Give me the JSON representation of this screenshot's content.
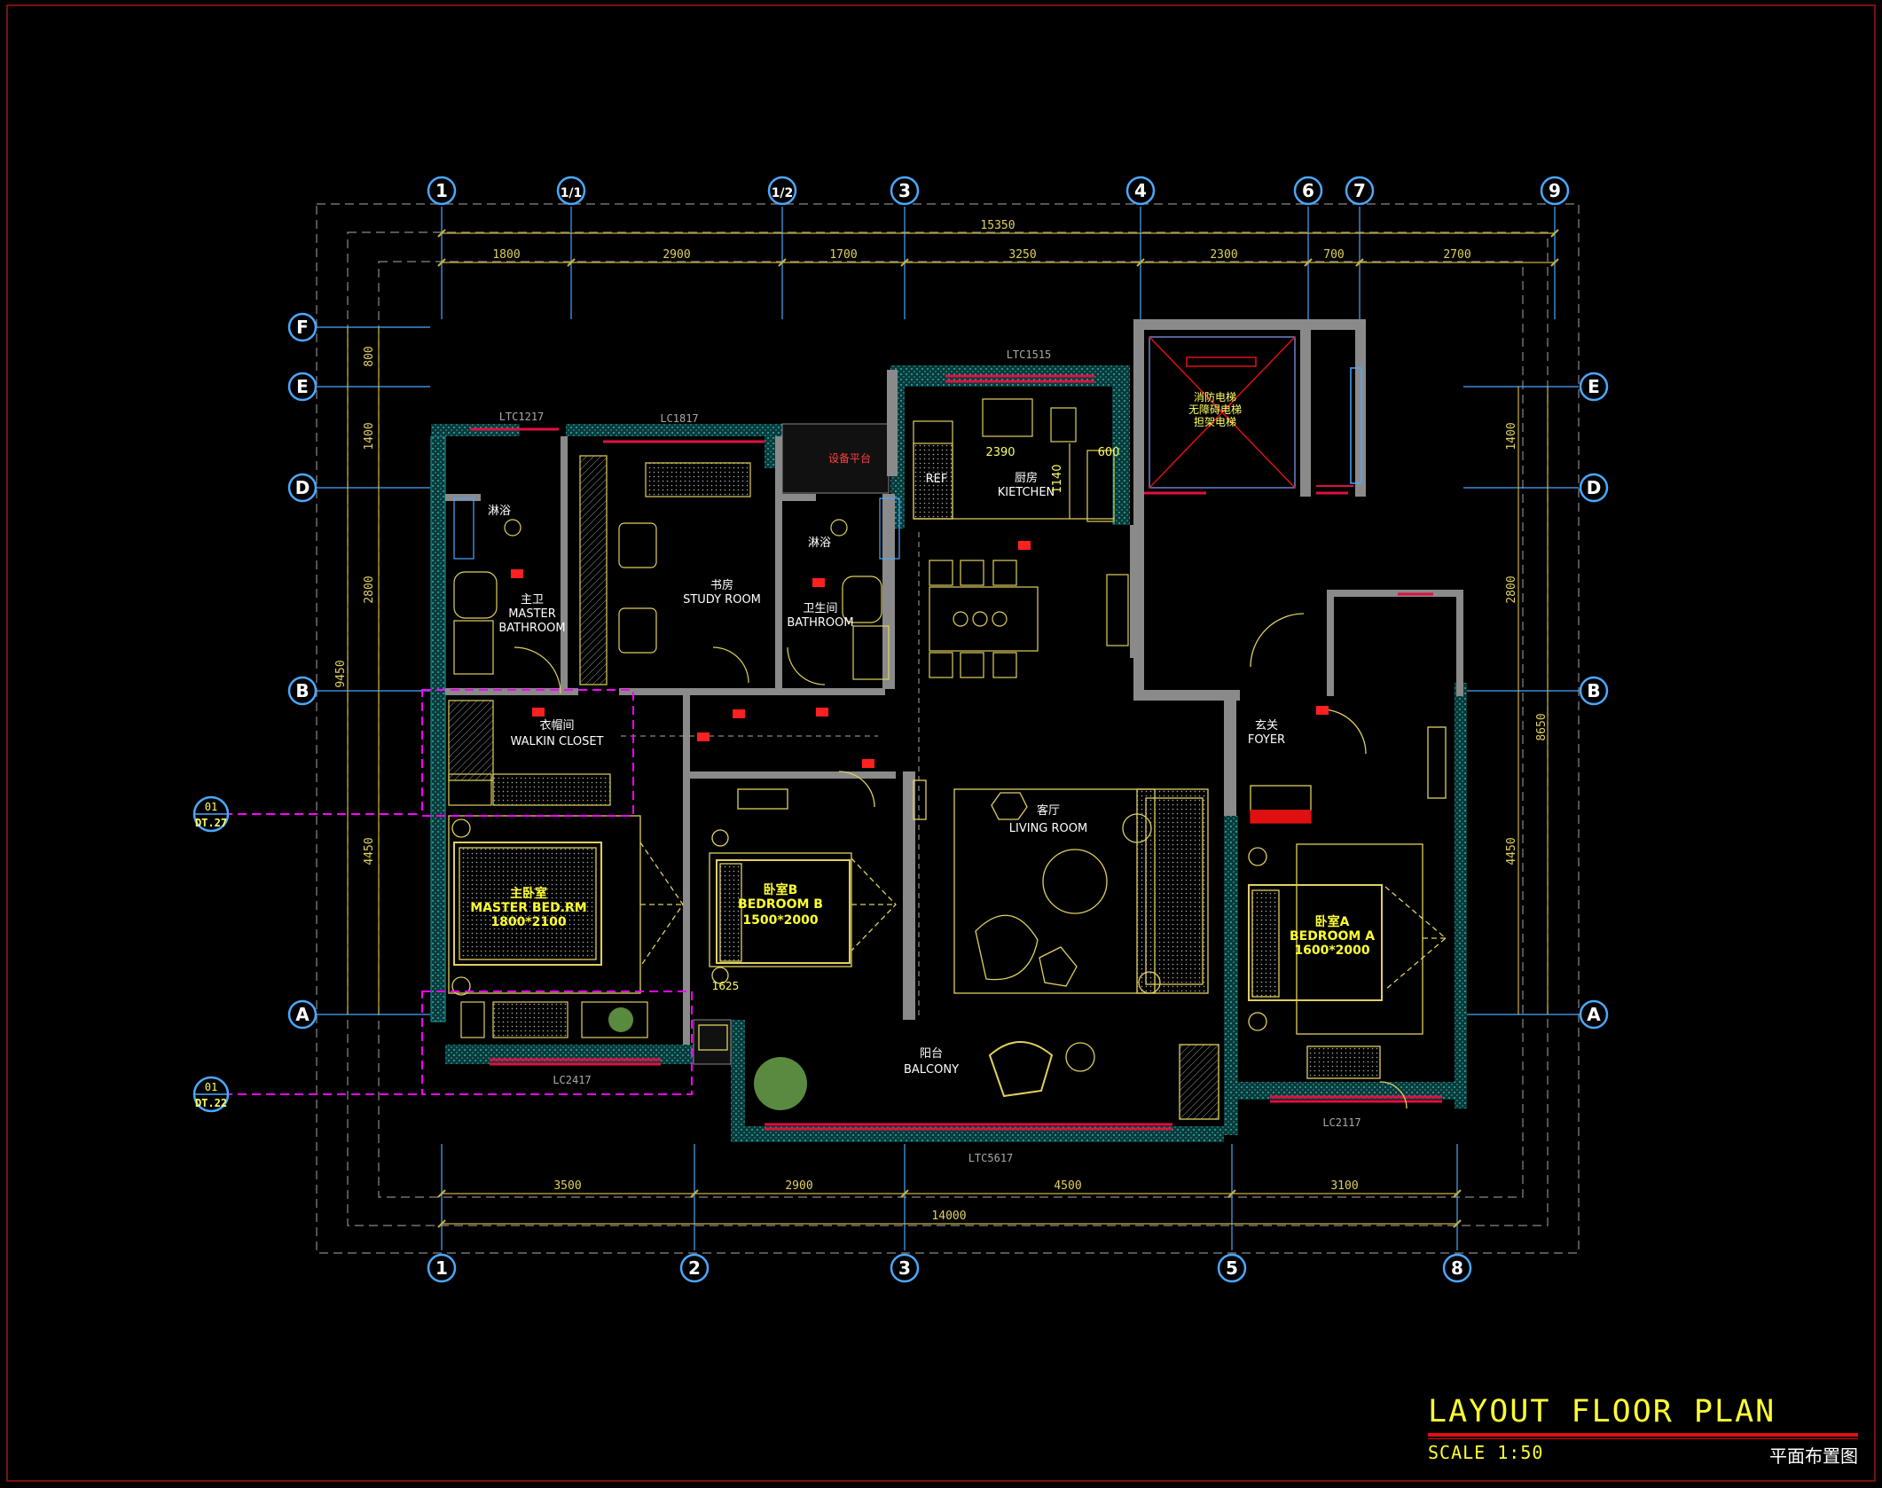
{
  "title": {
    "main": "LAYOUT FLOOR PLAN",
    "scale": "SCALE 1:50",
    "cn": "平面布置图"
  },
  "colors": {
    "wall": "#8a8a8a",
    "dim": "#c8b040",
    "axis": "#4aa8ff",
    "label": "#ffff66",
    "window": "#e01040",
    "insul": "#1aa0a0",
    "callout": "#ff00ff"
  },
  "grid": {
    "top": [
      "1",
      "1/1",
      "1/2",
      "3",
      "4",
      "6",
      "7",
      "9"
    ],
    "bottom": [
      "1",
      "2",
      "3",
      "5",
      "8"
    ],
    "left": [
      "F",
      "E",
      "D",
      "B",
      "A"
    ],
    "right": [
      "E",
      "D",
      "B",
      "A"
    ]
  },
  "dims": {
    "top_total": "15350",
    "top_parts": [
      "1800",
      "2900",
      "1700",
      "3250",
      "2300",
      "700",
      "2700"
    ],
    "bottom_total": "14000",
    "bottom_parts": [
      "3500",
      "2900",
      "4500",
      "3100"
    ],
    "left_total": "9450",
    "left_parts": [
      "800",
      "1400",
      "2800",
      "4450"
    ],
    "right_total": "8650",
    "right_parts": [
      "1400",
      "2800",
      "4450"
    ]
  },
  "windows": {
    "ltc1217": "LTC1217",
    "lc1817": "LC1817",
    "ltc1515": "LTC1515",
    "lc2417": "LC2417",
    "ltc5617": "LTC5617",
    "lc2117": "LC2117"
  },
  "rooms": {
    "shower1": "淋浴",
    "master_bath_cn": "主卫",
    "master_bath_en1": "MASTER",
    "master_bath_en2": "BATHROOM",
    "study_cn": "书房",
    "study_en": "STUDY ROOM",
    "shower2": "淋浴",
    "bath_cn": "卫生间",
    "bath_en": "BATHROOM",
    "equip": "设备平台",
    "kitchen_cn": "厨房",
    "kitchen_en": "KIETCHEN",
    "ref": "REF",
    "kdim1": "2390",
    "kdim2": "1140",
    "kdim3": "600",
    "elev1": "消防电梯",
    "elev2": "无障碍电梯",
    "elev3": "担架电梯",
    "closet_cn": "衣帽间",
    "closet_en": "WALKIN CLOSET",
    "foyer_cn": "玄关",
    "foyer_en": "FOYER",
    "living_cn": "客厅",
    "living_en": "LIVING ROOM",
    "master_bed_cn": "主卧室",
    "master_bed_en": "MASTER BED.RM",
    "master_bed_size": "1800*2100",
    "bed_b_cn": "卧室B",
    "bed_b_en": "BEDROOM B",
    "bed_b_size": "1500*2000",
    "bed_a_cn": "卧室A",
    "bed_a_en": "BEDROOM A",
    "bed_a_size": "1600*2000",
    "balcony_cn": "阳台",
    "balcony_en": "BALCONY",
    "small_dim": "1625"
  },
  "callouts": [
    {
      "num": "01",
      "ref": "DT.27"
    },
    {
      "num": "01",
      "ref": "DT.22"
    }
  ]
}
